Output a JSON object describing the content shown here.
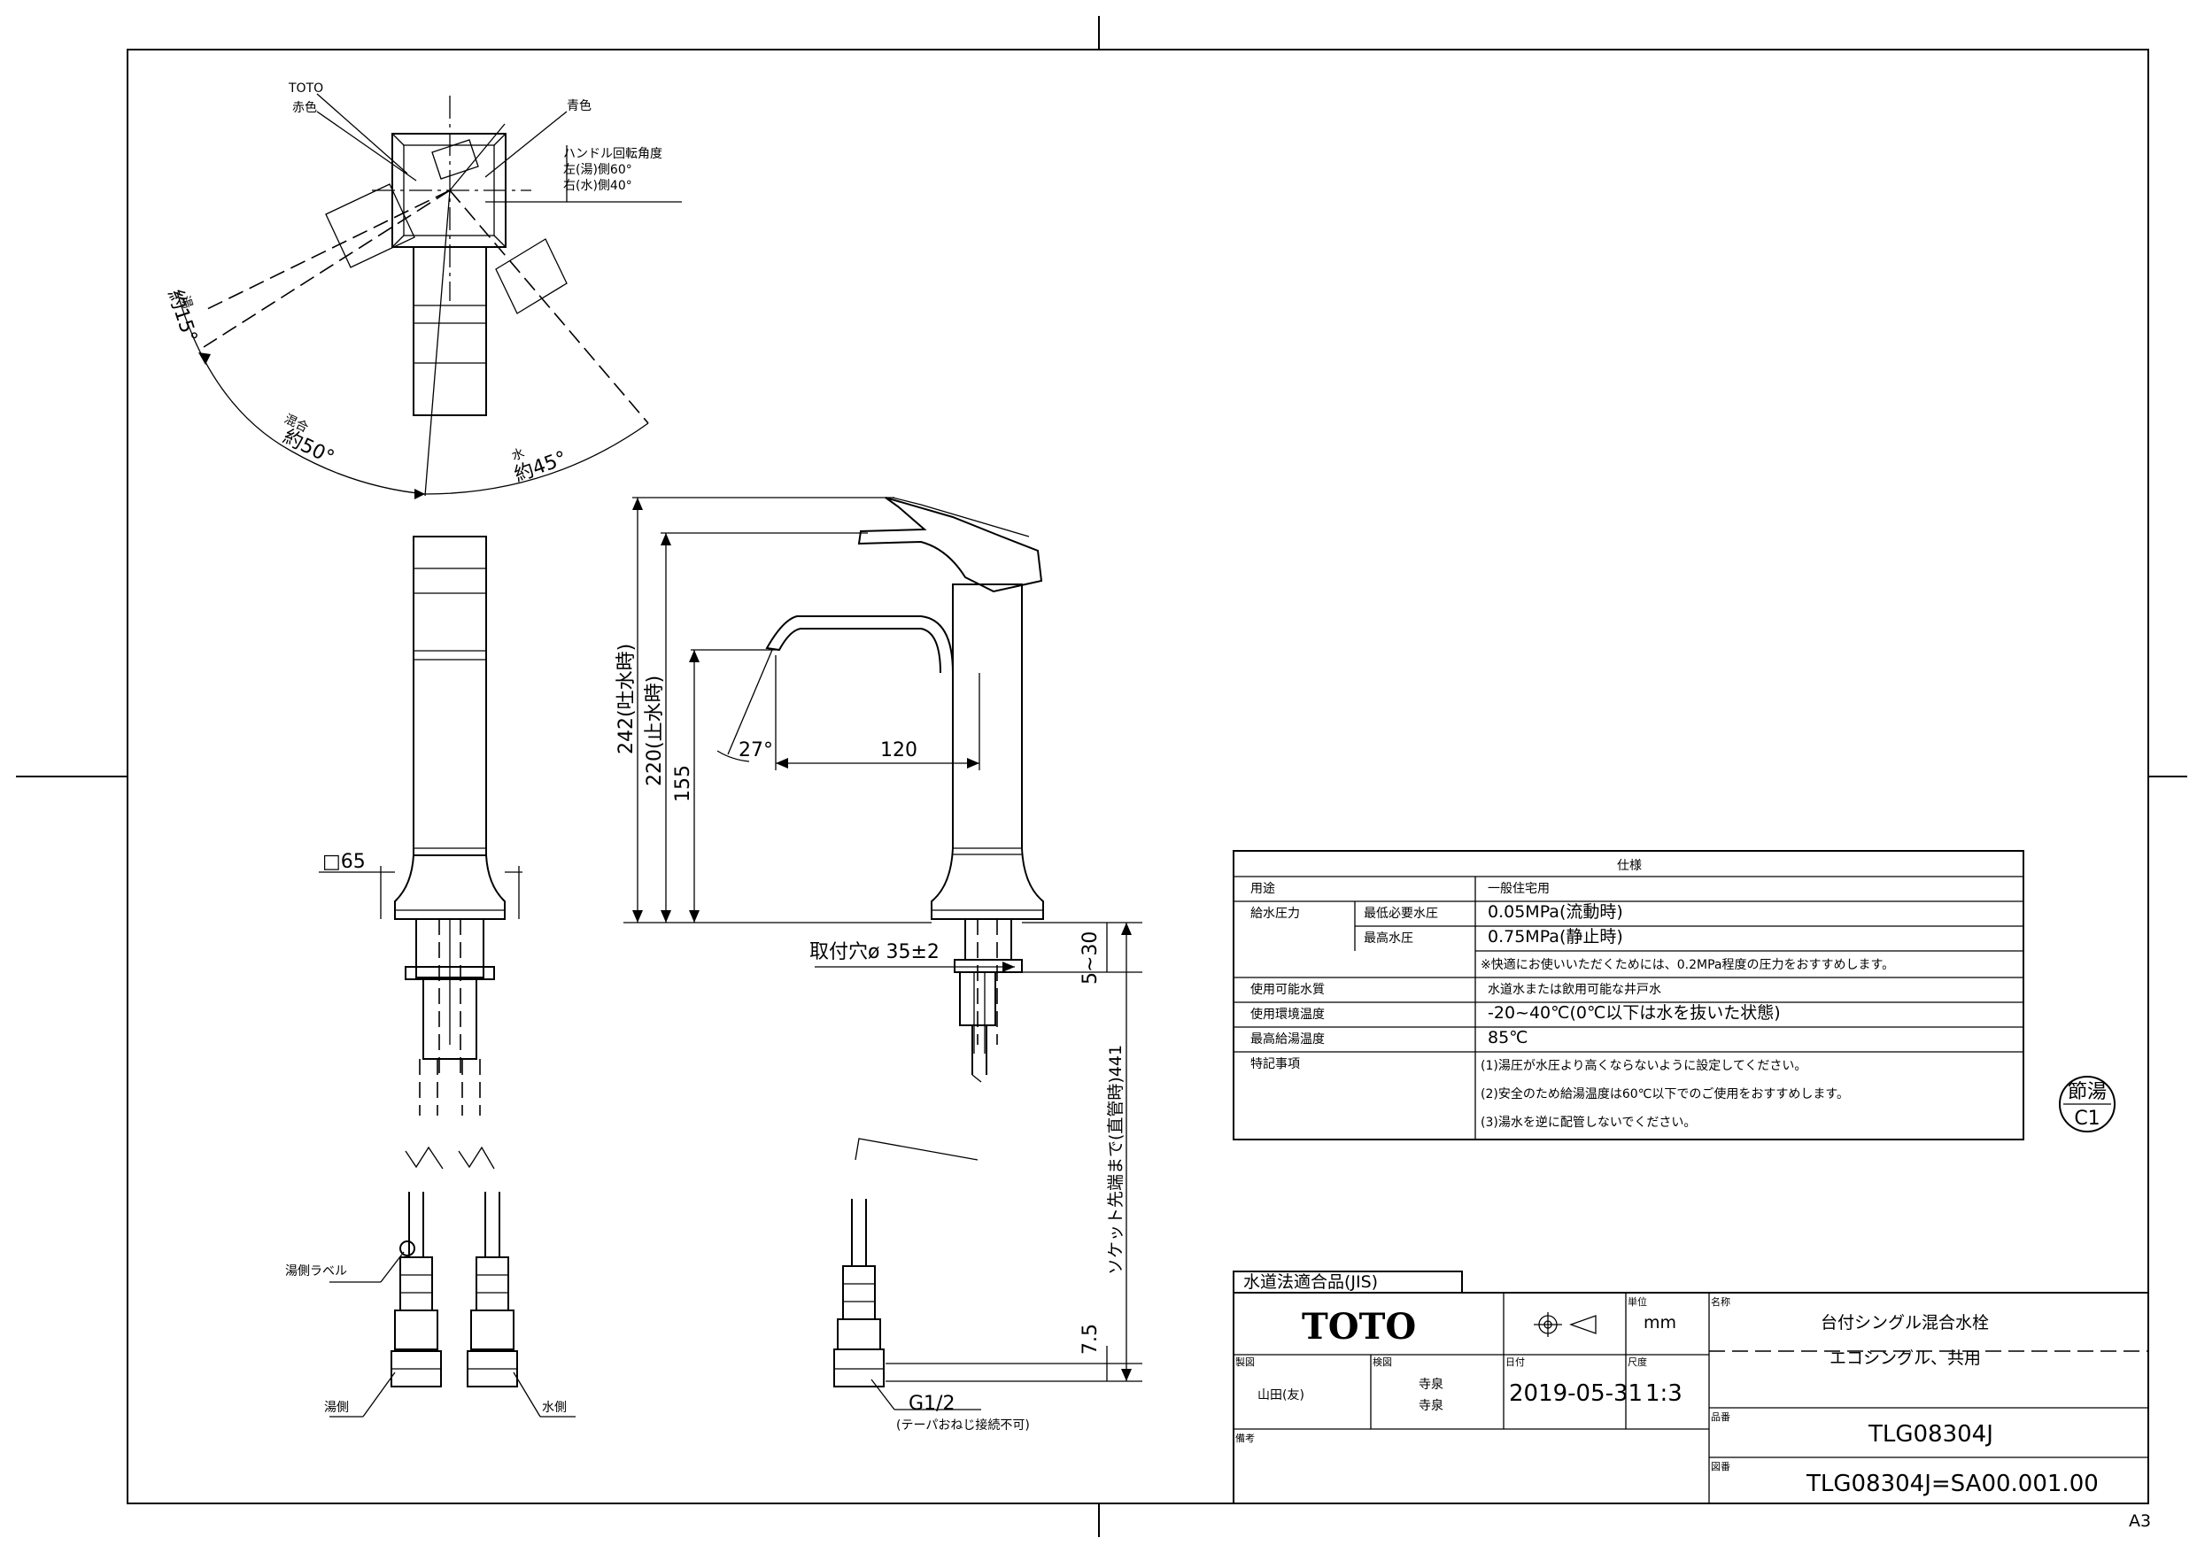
{
  "top_view": {
    "brand_label": "TOTO",
    "red_label": "赤色",
    "blue_label": "青色",
    "rotation_title": "ハンドル回転角度",
    "rotation_left": "左(湯)側60°",
    "rotation_right": "右(水)側40°",
    "hot_angle_label": "湯",
    "hot_angle": "約15°",
    "mix_angle_label": "混合",
    "mix_angle": "約50°",
    "cold_angle_label": "水",
    "cold_angle": "約45°"
  },
  "front_view": {
    "base_size": "□65",
    "hot_label": "湯側ラベル",
    "hot_side": "湯側",
    "cold_side": "水側"
  },
  "side_view": {
    "dim_242": "242(吐水時)",
    "dim_220": "220(止水時)",
    "dim_155": "155",
    "dim_120": "120",
    "angle_27": "27°",
    "mount_hole": "取付穴ø 35±2",
    "dim_5_30": "5~30",
    "dim_441": "ソケット先端まで(直管時)441",
    "dim_7_5": "7.5",
    "thread": "G1/2",
    "thread_note": "(テーパおねじ接続不可)"
  },
  "spec_table": {
    "title": "仕様",
    "rows": [
      {
        "label": "用途",
        "sub": "",
        "value": "一般住宅用"
      },
      {
        "label": "給水圧力",
        "sub": "最低必要水圧",
        "value": "0.05MPa(流動時)"
      },
      {
        "label": "",
        "sub": "最高水圧",
        "value": "0.75MPa(静止時)"
      },
      {
        "label": "",
        "sub": "",
        "value": "※快適にお使いいただくためには、0.2MPa程度の圧力をおすすめします。"
      },
      {
        "label": "使用可能水質",
        "sub": "",
        "value": "水道水または飲用可能な井戸水"
      },
      {
        "label": "使用環境温度",
        "sub": "",
        "value": "-20~40℃(0℃以下は水を抜いた状態)"
      },
      {
        "label": "最高給湯温度",
        "sub": "",
        "value": "85℃"
      },
      {
        "label": "特記事項",
        "sub": "",
        "value": "(1)湯圧が水圧より高くならないように設定してください。"
      },
      {
        "label": "",
        "sub": "",
        "value": "(2)安全のため給湯温度は60℃以下でのご使用をおすすめします。"
      },
      {
        "label": "",
        "sub": "",
        "value": "(3)湯水を逆に配管しないでください。"
      }
    ]
  },
  "stamp": {
    "line1": "節湯",
    "line2": "C1"
  },
  "title_block": {
    "cert": "水道法適合品(JIS)",
    "logo": "TOTO",
    "unit_label": "単位",
    "unit": "mm",
    "name_label": "名称",
    "product_name": "台付シングル混合水栓",
    "product_sub": "エコシングル、共用",
    "design_label": "製図",
    "designer": "山田(友)",
    "check_label": "検図",
    "check_1": "寺泉",
    "check_2": "寺泉",
    "date_label": "日付",
    "date": "2019-05-31",
    "scale_label": "尺度",
    "scale": "1:3",
    "model_label": "品番",
    "model": "TLG08304J",
    "drawing_no_label": "図番",
    "drawing_no": "TLG08304J=SA00.001.00",
    "revision_label": "備考"
  },
  "sheet_size": "A3"
}
